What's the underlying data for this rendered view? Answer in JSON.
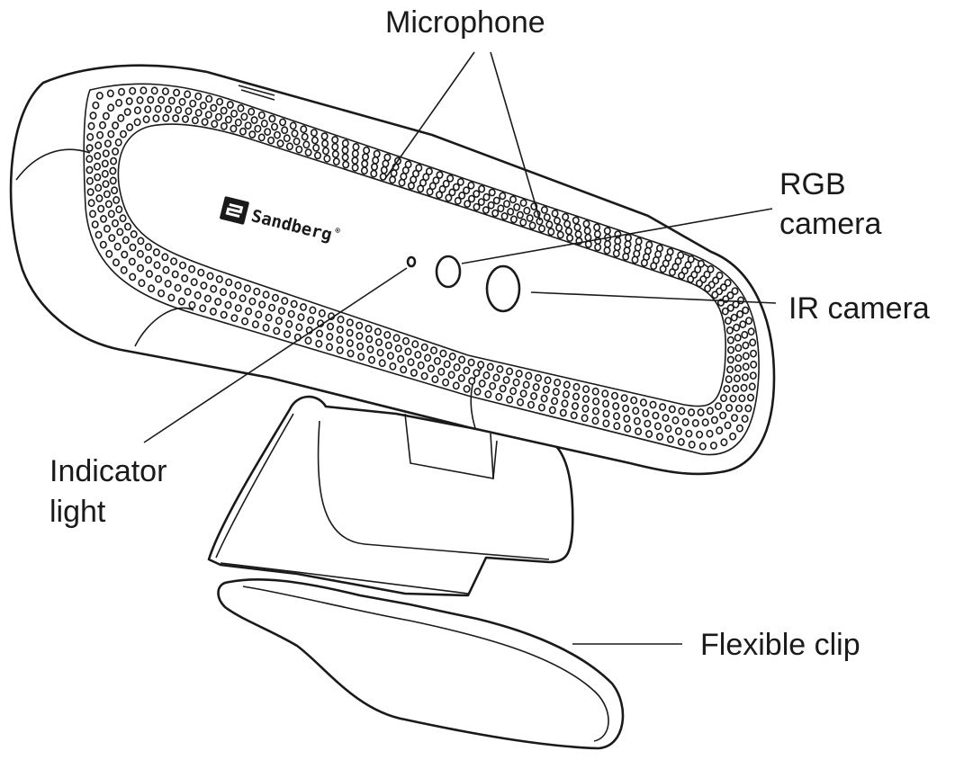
{
  "diagram": {
    "brand_name": "Sandberg",
    "brand_mark": "®",
    "labels": {
      "microphone": "Microphone",
      "rgb_camera_line1": "RGB",
      "rgb_camera_line2": "camera",
      "ir_camera": "IR camera",
      "indicator_line1": "Indicator",
      "indicator_line2": "light",
      "flexible_clip": "Flexible clip"
    }
  }
}
